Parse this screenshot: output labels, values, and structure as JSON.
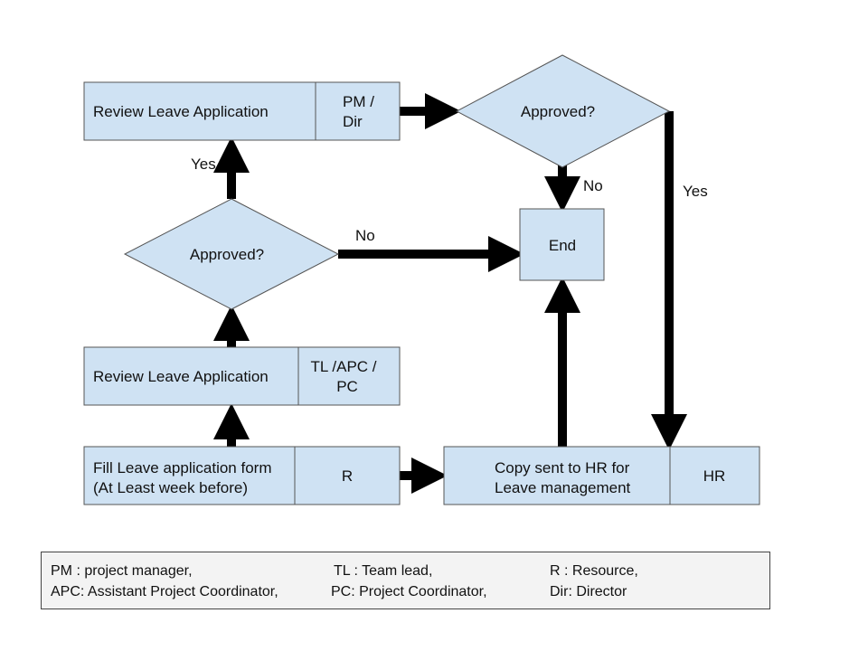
{
  "diagram": {
    "colors": {
      "node_fill": "#cfe2f3",
      "node_stroke": "#555555",
      "arrow": "#000000"
    },
    "nodes": {
      "fill_form": {
        "text": [
          "Fill Leave application form",
          "(At Least week before)"
        ],
        "role": [
          "R"
        ]
      },
      "review_tl": {
        "text": [
          "Review Leave Application"
        ],
        "role": [
          "TL /APC /",
          "PC"
        ]
      },
      "approved_1": {
        "text": [
          "Approved?"
        ]
      },
      "review_pm": {
        "text": [
          "Review Leave Application"
        ],
        "role": [
          "PM /",
          "Dir"
        ]
      },
      "approved_2": {
        "text": [
          "Approved?"
        ]
      },
      "end": {
        "text": [
          "End"
        ]
      },
      "copy_hr": {
        "text": [
          "Copy sent to HR for",
          "Leave  management"
        ],
        "role": [
          "HR"
        ]
      }
    },
    "edge_labels": {
      "approved1_yes": "Yes",
      "approved1_no": "No",
      "approved2_no": "No",
      "approved2_yes": "Yes"
    }
  },
  "legend": {
    "row1": [
      "PM : project manager,",
      "TL : Team lead,",
      "R : Resource,"
    ],
    "row2": [
      "APC: Assistant Project Coordinator,",
      "PC: Project Coordinator,",
      "Dir: Director"
    ]
  }
}
